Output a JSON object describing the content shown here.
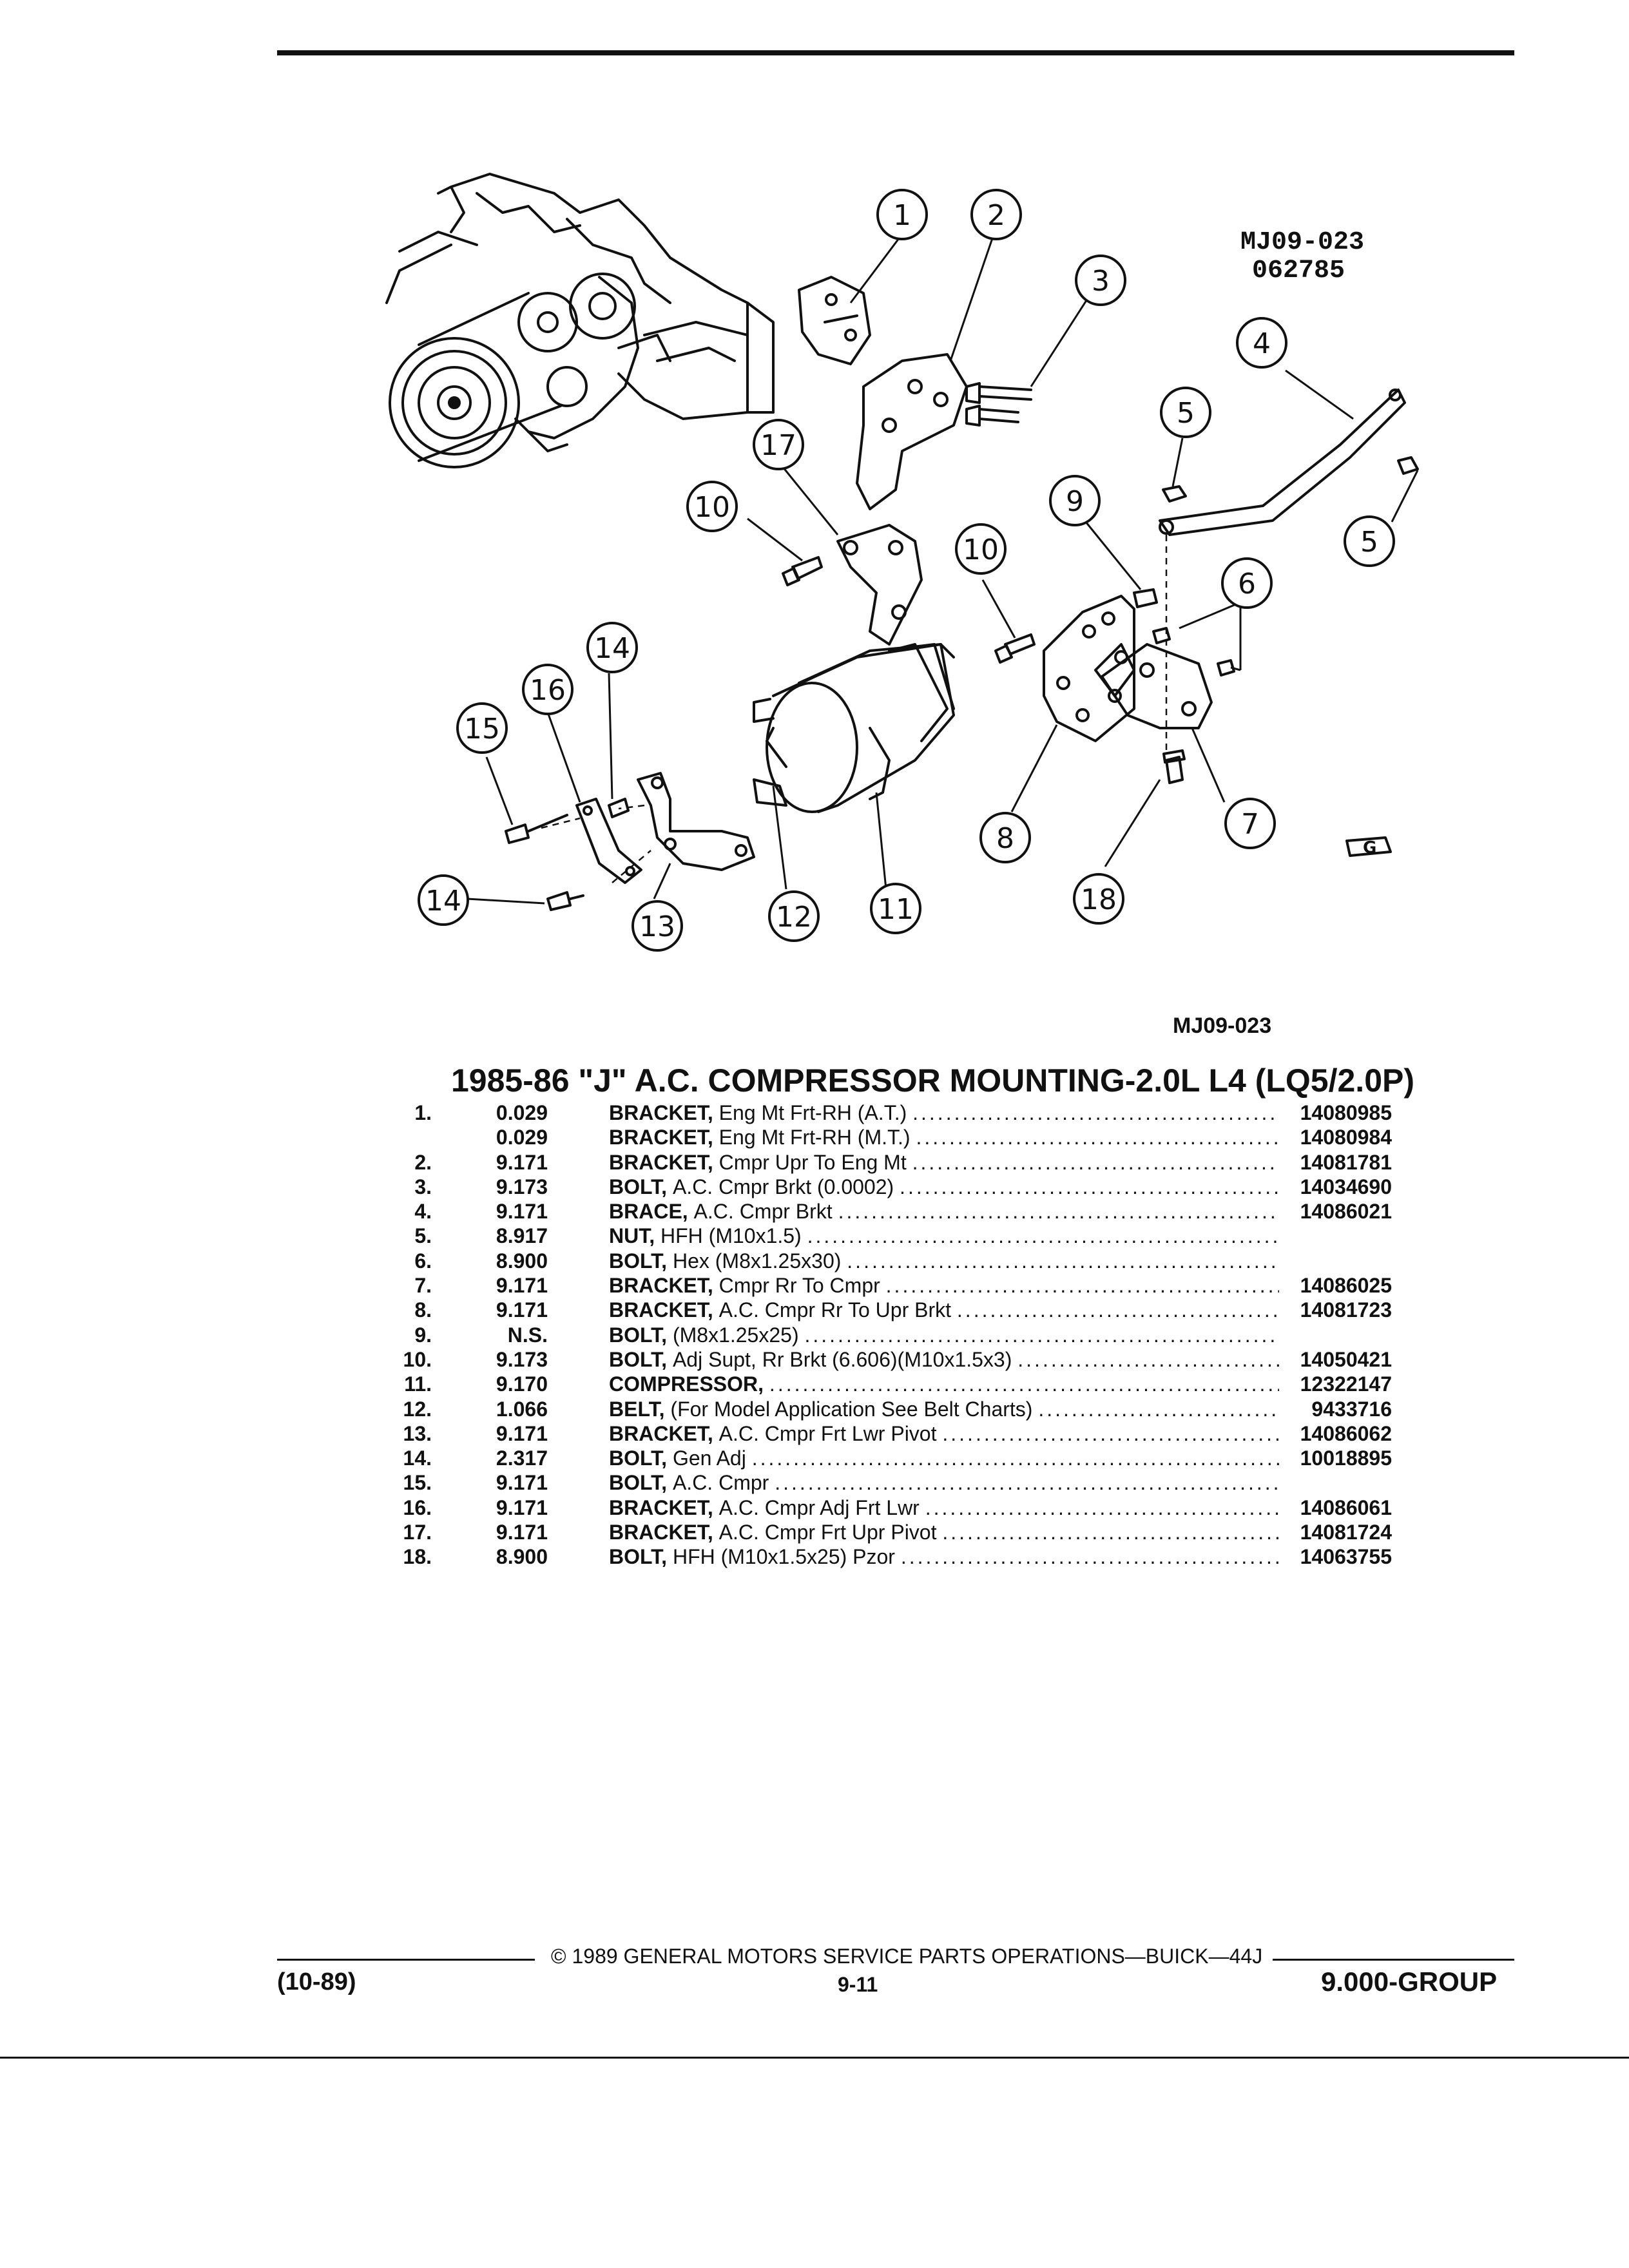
{
  "figure": {
    "code_line1": "MJ09-023",
    "code_line2": "062785",
    "callouts": [
      "1",
      "2",
      "3",
      "4",
      "5",
      "5",
      "6",
      "7",
      "8",
      "9",
      "10",
      "10",
      "11",
      "12",
      "13",
      "14",
      "14",
      "15",
      "16",
      "17",
      "18"
    ],
    "caption_id": "MJ09-023"
  },
  "title": "1985-86 \"J\" A.C. COMPRESSOR MOUNTING-2.0L L4 (LQ5/2.0P)",
  "parts": [
    {
      "item": "1.",
      "group": "0.029",
      "name": "BRACKET,",
      "desc": "Eng Mt Frt-RH (A.T.)",
      "part": "14080985"
    },
    {
      "item": "",
      "group": "0.029",
      "name": "BRACKET,",
      "desc": "Eng Mt Frt-RH (M.T.)",
      "part": "14080984"
    },
    {
      "item": "2.",
      "group": "9.171",
      "name": "BRACKET,",
      "desc": "Cmpr Upr To Eng Mt",
      "part": "14081781"
    },
    {
      "item": "3.",
      "group": "9.173",
      "name": "BOLT,",
      "desc": "A.C. Cmpr Brkt (0.0002)",
      "part": "14034690"
    },
    {
      "item": "4.",
      "group": "9.171",
      "name": "BRACE,",
      "desc": "A.C. Cmpr Brkt",
      "part": "14086021"
    },
    {
      "item": "5.",
      "group": "8.917",
      "name": "NUT,",
      "desc": "HFH (M10x1.5)",
      "part": ""
    },
    {
      "item": "6.",
      "group": "8.900",
      "name": "BOLT,",
      "desc": "Hex (M8x1.25x30)",
      "part": ""
    },
    {
      "item": "7.",
      "group": "9.171",
      "name": "BRACKET,",
      "desc": "Cmpr Rr To Cmpr",
      "part": "14086025"
    },
    {
      "item": "8.",
      "group": "9.171",
      "name": "BRACKET,",
      "desc": "A.C. Cmpr Rr To Upr Brkt",
      "part": "14081723"
    },
    {
      "item": "9.",
      "group": "N.S.",
      "name": "BOLT,",
      "desc": "(M8x1.25x25)",
      "part": ""
    },
    {
      "item": "10.",
      "group": "9.173",
      "name": "BOLT,",
      "desc": "Adj Supt, Rr Brkt (6.606)(M10x1.5x3)",
      "part": "14050421"
    },
    {
      "item": "11.",
      "group": "9.170",
      "name": "COMPRESSOR,",
      "desc": "",
      "part": "12322147"
    },
    {
      "item": "12.",
      "group": "1.066",
      "name": "BELT,",
      "desc": "(For Model Application See Belt Charts)",
      "part": "9433716"
    },
    {
      "item": "13.",
      "group": "9.171",
      "name": "BRACKET,",
      "desc": "A.C. Cmpr Frt Lwr Pivot",
      "part": "14086062"
    },
    {
      "item": "14.",
      "group": "2.317",
      "name": "BOLT,",
      "desc": "Gen Adj",
      "part": "10018895"
    },
    {
      "item": "15.",
      "group": "9.171",
      "name": "BOLT,",
      "desc": "A.C. Cmpr",
      "part": ""
    },
    {
      "item": "16.",
      "group": "9.171",
      "name": "BRACKET,",
      "desc": "A.C. Cmpr Adj Frt Lwr",
      "part": "14086061"
    },
    {
      "item": "17.",
      "group": "9.171",
      "name": "BRACKET,",
      "desc": "A.C. Cmpr Frt Upr Pivot",
      "part": "14081724"
    },
    {
      "item": "18.",
      "group": "8.900",
      "name": "BOLT,",
      "desc": "HFH (M10x1.5x25) Pzor",
      "part": "14063755"
    }
  ],
  "footer": {
    "copyright": "© 1989 GENERAL MOTORS SERVICE PARTS OPERATIONS—BUICK—44J",
    "date": "(10-89)",
    "page": "9-11",
    "group": "9.000-GROUP"
  }
}
